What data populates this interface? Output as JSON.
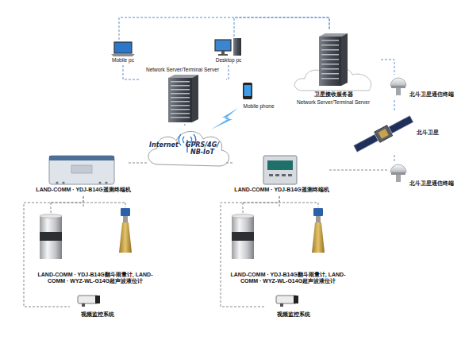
{
  "diagram": {
    "nodes": [
      {
        "text": [
          "Mobile pc"
        ]
      },
      {
        "text": [
          "Desktop pc"
        ]
      },
      {
        "text": [
          "Network Server/Terminal Server"
        ]
      },
      {
        "text": [
          "Mobile phone"
        ]
      },
      {
        "text": [
          "Internet",
          "GPRS/4G/ NB-IoT"
        ]
      },
      {
        "text": [
          "卫星接收服务器",
          "Network Server/Terminal Server"
        ]
      },
      {
        "text": [
          "北斗卫星通信终端"
        ]
      },
      {
        "text": [
          "北斗卫星"
        ]
      },
      {
        "text": [
          "北斗卫星通信终端"
        ]
      },
      {
        "text": [
          "LAND-COMM · YDJ-B14G遥测终端机"
        ]
      },
      {
        "text": [
          "LAND-COMM · YDJ-B14G遥测终端机"
        ]
      },
      {
        "text": [
          "LAND-COMM · YDJ-B14G翻斗雨量计, LAND-COMM · WYZ-WL-G14G超声波液位计"
        ]
      },
      {
        "text": [
          "LAND-COMM · YDJ-B14G翻斗雨量计, LAND-COMM · WYZ-WL-G14G超声波液位计"
        ]
      },
      {
        "text": [
          "视频监控系统"
        ]
      },
      {
        "text": [
          "视频监控系统"
        ]
      }
    ],
    "edges": [
      {
        "from": 0,
        "to": 2,
        "arrow": "none"
      },
      {
        "from": 1,
        "to": 2,
        "arrow": "none"
      },
      {
        "from": 0,
        "to": 5,
        "arrow": "none"
      },
      {
        "from": 1,
        "to": 5,
        "arrow": "none"
      },
      {
        "from": 5,
        "to": 6,
        "arrow": "none"
      },
      {
        "from": 2,
        "to": 4,
        "arrow": "none"
      },
      {
        "from": 4,
        "to": 9,
        "arrow": "none"
      },
      {
        "from": 4,
        "to": 10,
        "arrow": "none"
      },
      {
        "from": 10,
        "to": 8,
        "arrow": "none"
      },
      {
        "from": 6,
        "to": 7,
        "arrow": "none"
      },
      {
        "from": 7,
        "to": 8,
        "arrow": "none"
      },
      {
        "from": 9,
        "to": 11,
        "arrow": "none"
      },
      {
        "from": 9,
        "to": 13,
        "arrow": "none"
      },
      {
        "from": 10,
        "to": 12,
        "arrow": "none"
      },
      {
        "from": 10,
        "to": 14,
        "arrow": "none"
      }
    ]
  }
}
